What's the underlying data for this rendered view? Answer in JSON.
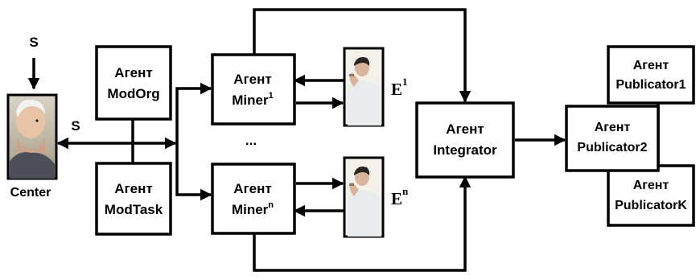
{
  "center": {
    "label": "Center",
    "input_label": "S",
    "link_label": "S"
  },
  "modorg": {
    "line1": "Агент",
    "line2": "ModOrg"
  },
  "modtask": {
    "line1": "Агент",
    "line2": "ModTask"
  },
  "miner1": {
    "line1": "Агент",
    "line2": "Miner",
    "sup": "1"
  },
  "minern": {
    "line1": "Агент",
    "line2": "Miner",
    "sup": "n"
  },
  "ellipsis": "...",
  "expert1": {
    "letter": "E",
    "sup": "1"
  },
  "expertn": {
    "letter": "E",
    "sup": "n"
  },
  "integrator": {
    "line1": "Агент",
    "line2": "Integrator"
  },
  "publicator1": {
    "line1": "Агент",
    "line2": "Publicator1"
  },
  "publicator2": {
    "line1": "Агент",
    "line2": "Publicator2"
  },
  "publicatorK": {
    "line1": "Агент",
    "line2": "PublicatorK"
  },
  "colors": {
    "stroke": "#000000",
    "background": "#ffffff"
  },
  "icons": [
    "elderly-man-portrait-icon",
    "expert-portrait-icon"
  ]
}
